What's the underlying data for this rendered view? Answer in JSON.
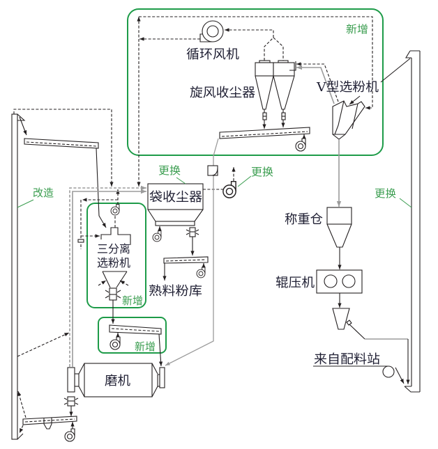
{
  "colors": {
    "line": "#231f20",
    "process_gas_line": "#9b9b9b",
    "highlight_border": "#1d9b48",
    "highlight_text": "#3a9d4f",
    "label_text": "#1f1f33"
  },
  "equipment": {
    "circulating_fan": "循环风机",
    "cyclone_collector": "旋风收尘器",
    "v_separator": "V型选粉机",
    "bag_filter": "袋收尘器",
    "three_stage_separator": [
      "三分离",
      "选粉机"
    ],
    "clinker_powder_silo": "熟料粉库",
    "ball_mill": "磨机",
    "weighing_bin": "称重仓",
    "roller_press": "辊压机",
    "from_batching_station": "来自配料站"
  },
  "annotations": {
    "new_circulation_loop": "新增",
    "replaced_bag_filter": "更换",
    "replaced_exhaust_fan": "更换",
    "modified_left_elevator": "改造",
    "replaced_right_elevator": "更换",
    "new_three_stage_separator": "新增",
    "new_air_slide": "新增"
  }
}
